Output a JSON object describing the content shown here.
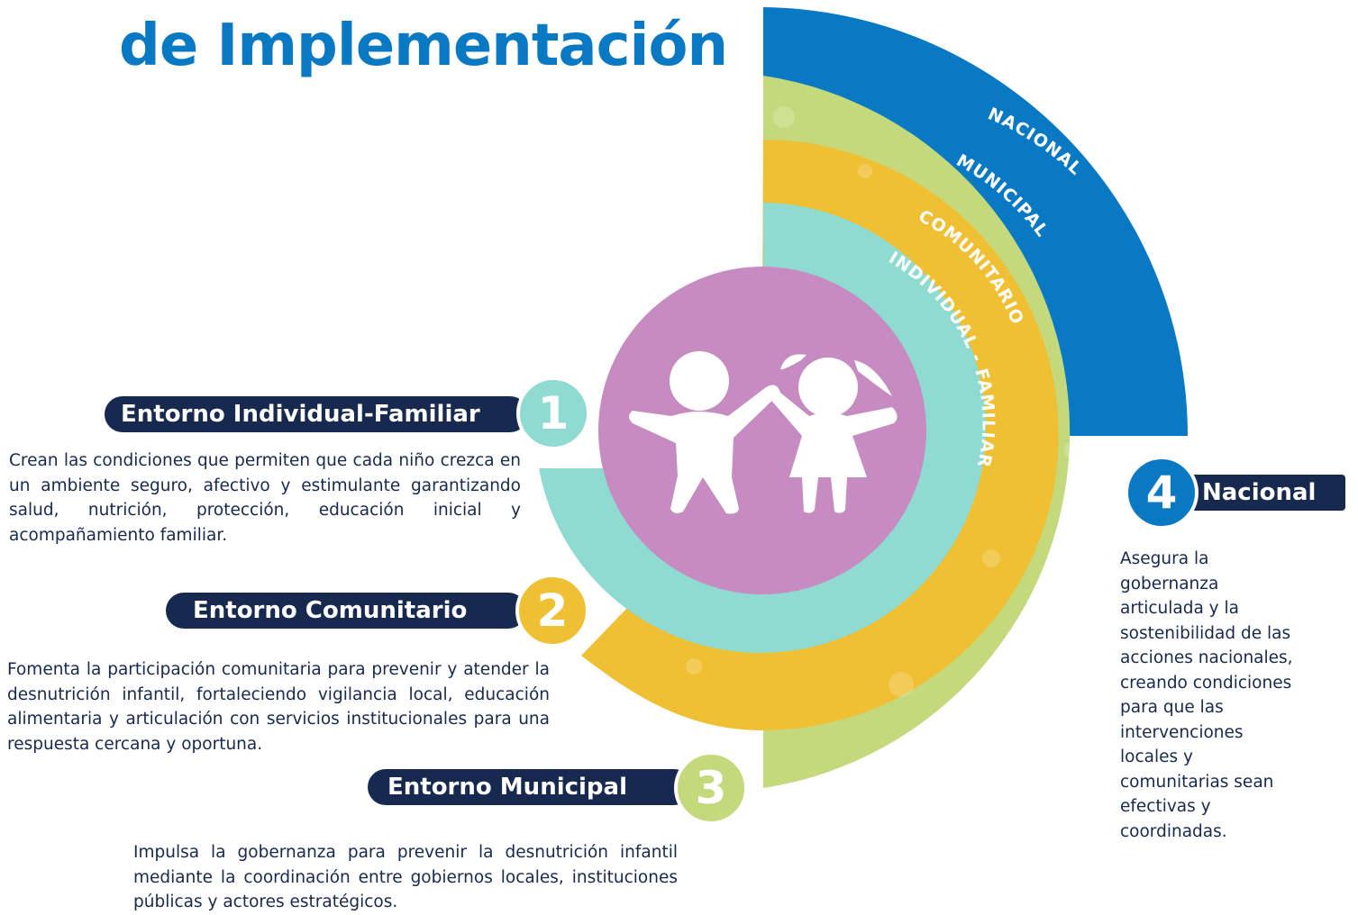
{
  "title": "de Implementación",
  "rings": [
    {
      "label": "NACIONAL",
      "color": "#0a79c3"
    },
    {
      "label": "MUNICIPAL",
      "color": "#c4d97b"
    },
    {
      "label": "COMUNITARIO",
      "color": "#f0c034"
    },
    {
      "label": "INDIVIDUAL - FAMILIAR",
      "color": "#8fdbd2"
    }
  ],
  "center": {
    "color": "#c68bc0",
    "icon": "children-icon"
  },
  "entornos": [
    {
      "number": "1",
      "label": "Entorno Individual-Familiar",
      "color": "#8fdbd2",
      "description": "Crean las condiciones que permiten que cada niño crezca en un ambiente seguro, afectivo y estimulante garantizando salud, nutrición, protección, educación inicial y acompañamiento familiar."
    },
    {
      "number": "2",
      "label": "Entorno Comunitario",
      "color": "#f0c034",
      "description": "Fomenta la participación comunitaria para prevenir y atender la desnutrición infantil, fortaleciendo vigilancia local, educación alimentaria y articulación con servicios institucionales para una respuesta cercana y oportuna."
    },
    {
      "number": "3",
      "label": "Entorno Municipal",
      "color": "#c4d97b",
      "description": "Impulsa la gobernanza para prevenir la desnutrición infantil mediante la coordinación entre gobiernos locales, instituciones públicas y actores estratégicos."
    },
    {
      "number": "4",
      "label": "Nacional",
      "color": "#0a79c3",
      "description": "Asegura la gobernanza articulada y la sostenibilidad de las acciones nacionales, creando condiciones para que las intervenciones locales y comunitarias sean efectivas y coordinadas."
    }
  ],
  "colors": {
    "navy": "#17294e",
    "title_blue": "#0a79c3"
  }
}
